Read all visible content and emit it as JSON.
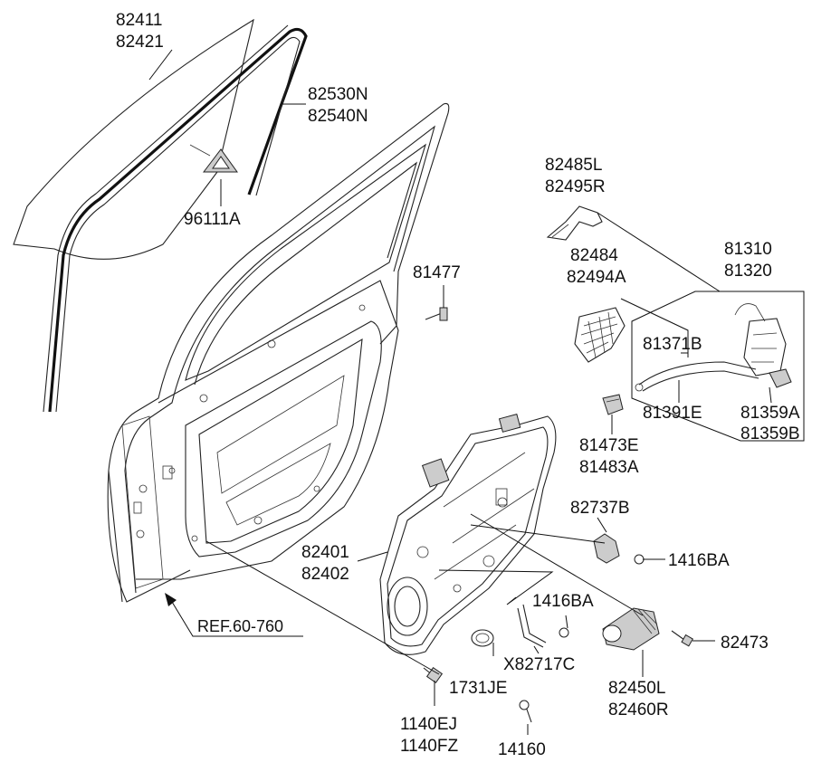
{
  "diagram": {
    "labels": {
      "glass_a": "82411",
      "glass_b": "82421",
      "channel_a": "82530N",
      "channel_b": "82540N",
      "delta_cover": "96111A",
      "bolt_81477": "81477",
      "bracket_a": "82485L",
      "bracket_b": "82495R",
      "guard_a": "82484",
      "guard_b": "82494A",
      "latch_a": "81310",
      "latch_b": "81320",
      "cable_a": "81371B",
      "cable_b": "81391E",
      "cap_a": "81359A",
      "cap_b": "81359B",
      "clip_a": "81473E",
      "clip_b": "81483A",
      "bracket_82737": "82737B",
      "nut_a": "1416BA",
      "nut_b": "1416BA",
      "module_a": "82401",
      "module_b": "82402",
      "screw_82473": "82473",
      "ref": "REF.60-760",
      "seal": "X82717C",
      "plug": "1731JE",
      "motor_a": "82450L",
      "motor_b": "82460R",
      "bolt_a": "1140EJ",
      "bolt_b": "1140FZ",
      "bolt_14160": "14160"
    }
  }
}
